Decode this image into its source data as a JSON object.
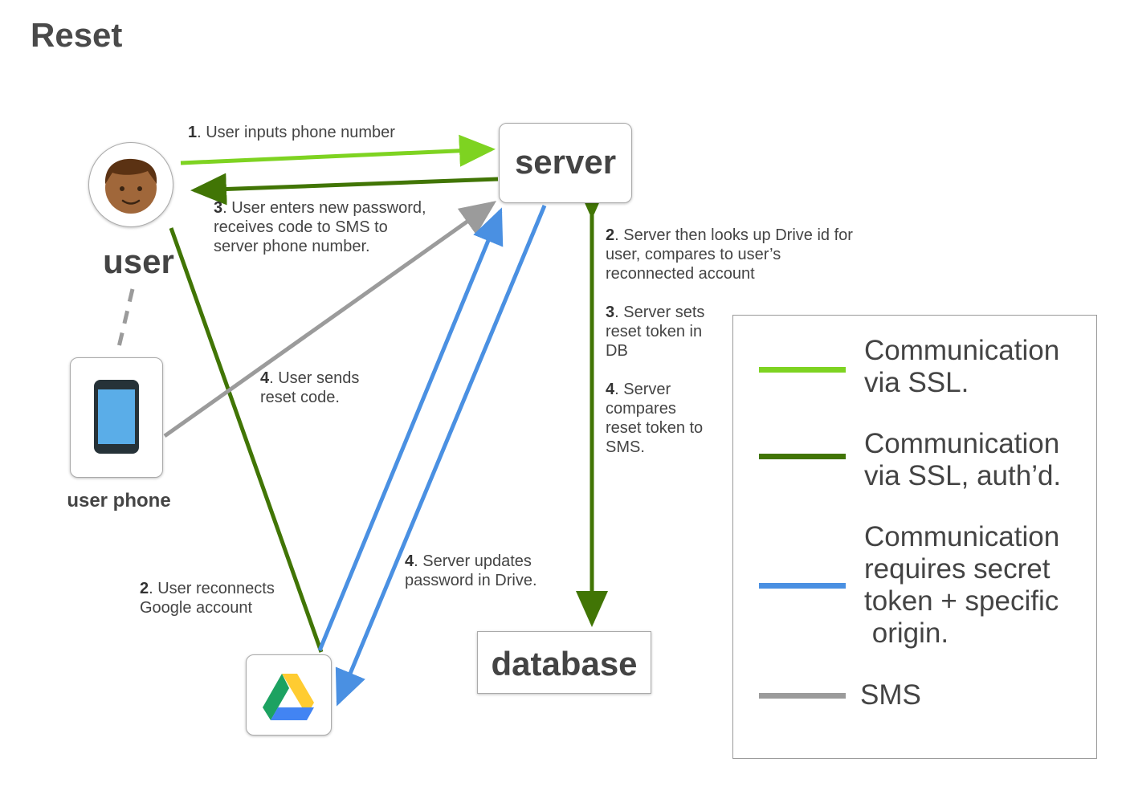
{
  "title": "Reset",
  "nodes": {
    "server": "server",
    "user": "user",
    "user_phone": "user phone",
    "database": "database"
  },
  "icons": {
    "user": "user-face-icon",
    "phone": "smartphone-icon",
    "drive": "google-drive-icon"
  },
  "steps": {
    "s1": {
      "num": "1",
      "text": ". User inputs phone number"
    },
    "s3_user": {
      "num": "3",
      "line1": ". User enters new password,",
      "line2": "receives code to SMS to",
      "line3": "server phone number."
    },
    "s2_server": {
      "num": "2",
      "line1": ". Server then looks up Drive id for",
      "line2": "user, compares to user’s",
      "line3": "reconnected account"
    },
    "s3_server": {
      "num": "3",
      "line1": ". Server sets",
      "line2": "reset token in",
      "line3": "DB"
    },
    "s4_server": {
      "num": "4",
      "line1": ". Server",
      "line2": "compares",
      "line3": "reset token to",
      "line4": "SMS."
    },
    "s4_user": {
      "num": "4",
      "line1": ". User sends",
      "line2": "reset code."
    },
    "s4_drive": {
      "num": "4",
      "line1": ". Server updates",
      "line2": "password in Drive."
    },
    "s2_user": {
      "num": "2",
      "line1": ". User reconnects",
      "line2": "Google account"
    }
  },
  "legend": {
    "items": [
      {
        "label": "Communication\nvia SSL.",
        "color": "#7ed321"
      },
      {
        "label": "Communication\nvia SSL, auth’d.",
        "color": "#417505"
      },
      {
        "label": "Communication\nrequires secret\ntoken + specific\n origin.",
        "color": "#4a90e2"
      },
      {
        "label": "SMS",
        "color": "#9b9b9b"
      }
    ]
  },
  "colors": {
    "ssl": "#7ed321",
    "ssl_auth": "#417505",
    "secret_token": "#4a90e2",
    "sms": "#9b9b9b"
  }
}
